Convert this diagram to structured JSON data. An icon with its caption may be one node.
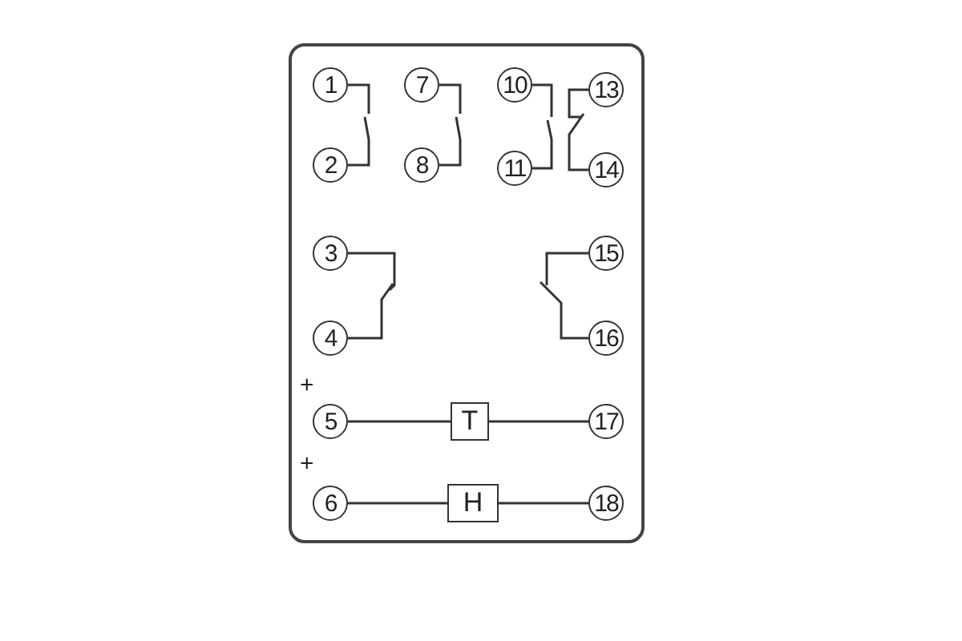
{
  "diagram": {
    "nodes": [
      {
        "text": [],
        "shape": "box"
      },
      {
        "text": [
          "1"
        ],
        "in": 0
      },
      {
        "text": [
          "7"
        ],
        "in": 0
      },
      {
        "text": [
          "10"
        ],
        "in": 0
      },
      {
        "text": [
          "13"
        ],
        "in": 0
      },
      {
        "text": [
          "2"
        ],
        "in": 0
      },
      {
        "text": [
          "8"
        ],
        "in": 0
      },
      {
        "text": [
          "11"
        ],
        "in": 0
      },
      {
        "text": [
          "14"
        ],
        "in": 0
      },
      {
        "text": [
          "3"
        ],
        "in": 0
      },
      {
        "text": [
          "15"
        ],
        "in": 0
      },
      {
        "text": [
          "4"
        ],
        "in": 0
      },
      {
        "text": [
          "16"
        ],
        "in": 0
      },
      {
        "text": [
          "5"
        ],
        "in": 0
      },
      {
        "text": [
          "T"
        ],
        "in": 0
      },
      {
        "text": [
          "17"
        ],
        "in": 0
      },
      {
        "text": [
          "6"
        ],
        "in": 0
      },
      {
        "text": [
          "H"
        ],
        "in": 0
      },
      {
        "text": [
          "18"
        ],
        "in": 0
      }
    ],
    "edges": [
      {
        "from": 1,
        "to": 5,
        "arrow": "none"
      },
      {
        "from": 2,
        "to": 6,
        "arrow": "none"
      },
      {
        "from": 3,
        "to": 7,
        "arrow": "none"
      },
      {
        "from": 4,
        "to": 8,
        "arrow": "none"
      },
      {
        "from": 9,
        "to": 11,
        "arrow": "none"
      },
      {
        "from": 10,
        "to": 12,
        "arrow": "none"
      },
      {
        "from": 13,
        "to": 14,
        "arrow": "none"
      },
      {
        "from": 14,
        "to": 15,
        "arrow": "none"
      },
      {
        "from": 16,
        "to": 17,
        "arrow": "none"
      },
      {
        "from": 17,
        "to": 18,
        "arrow": "none"
      }
    ],
    "labels": [
      "+",
      "+"
    ]
  }
}
